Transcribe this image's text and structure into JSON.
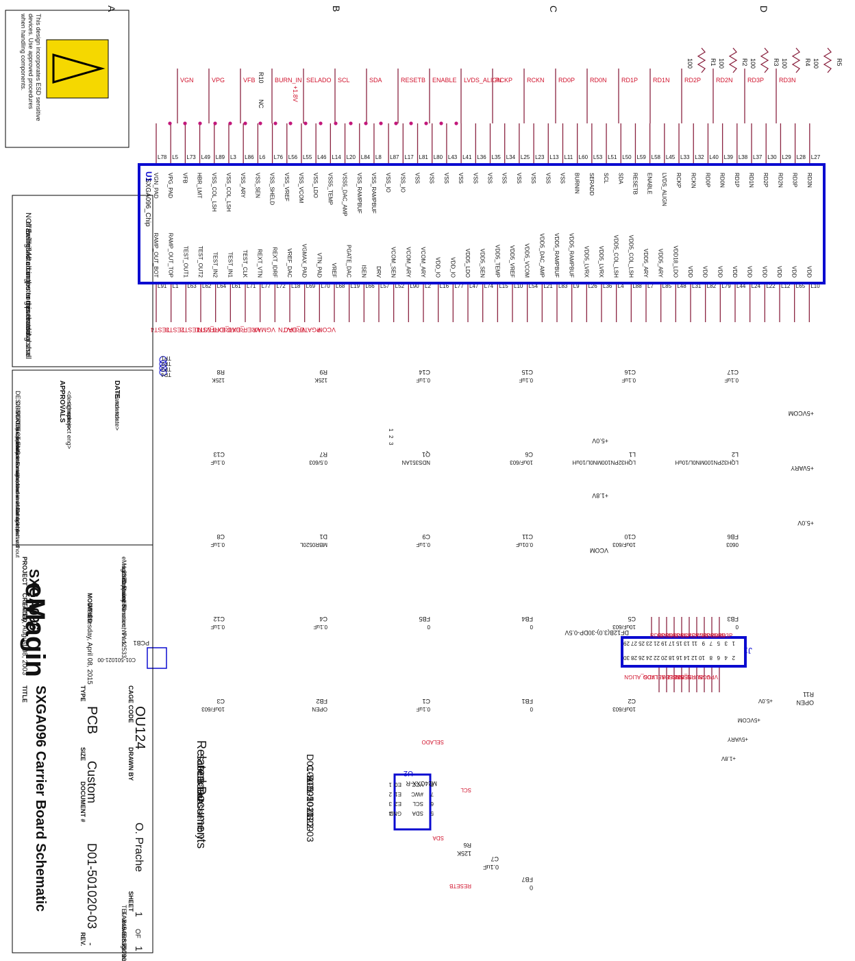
{
  "edge_letters": [
    "A",
    "B",
    "C",
    "D"
  ],
  "esd_note": [
    "This design incorporates ESD sensitive",
    "devices. Use approved procedures",
    "when handling components."
  ],
  "note": [
    "NOTE: This is a computer generated",
    "drawing. All changes to this drawing shall",
    "be reflected in the computer database."
  ],
  "u1": {
    "ref": "U1",
    "name": "SXGA096_Chip"
  },
  "u1_top_pins": [
    {
      "pin": "L78",
      "name": "VGN_PAD"
    },
    {
      "pin": "L5",
      "name": "VPG_PAD"
    },
    {
      "pin": "L73",
      "name": "VFB"
    },
    {
      "pin": "L49",
      "name": "HBR_LMT"
    },
    {
      "pin": "L89",
      "name": "VSS_COL_LSH"
    },
    {
      "pin": "L3",
      "name": "VSS_COL_LSH"
    },
    {
      "pin": "L86",
      "name": "VSS_ARY"
    },
    {
      "pin": "L6",
      "name": "VSS_SEN"
    },
    {
      "pin": "L76",
      "name": "VSS_SHELD"
    },
    {
      "pin": "L56",
      "name": "VSS_VREF"
    },
    {
      "pin": "L55",
      "name": "VSS_VCOM"
    },
    {
      "pin": "L46",
      "name": "VSS_LDO"
    },
    {
      "pin": "L14",
      "name": "VSS5_TEMP"
    },
    {
      "pin": "L20",
      "name": "VSS5_DAC_AMP"
    },
    {
      "pin": "L84",
      "name": "VSS_RAMPBUF"
    },
    {
      "pin": "L8",
      "name": "VSS_RAMPBUF"
    },
    {
      "pin": "L87",
      "name": "VSS_IO"
    },
    {
      "pin": "L17",
      "name": "VSS_IO"
    },
    {
      "pin": "L81",
      "name": "VSS"
    },
    {
      "pin": "L80",
      "name": "VSS"
    },
    {
      "pin": "L43",
      "name": "VSS"
    },
    {
      "pin": "L41",
      "name": "VSS"
    },
    {
      "pin": "L36",
      "name": "VSS"
    },
    {
      "pin": "L35",
      "name": "VSS"
    },
    {
      "pin": "L34",
      "name": "VSS"
    },
    {
      "pin": "L25",
      "name": "VSS"
    },
    {
      "pin": "L23",
      "name": "VSS"
    },
    {
      "pin": "L13",
      "name": "VSS"
    },
    {
      "pin": "L11",
      "name": "VSS"
    },
    {
      "pin": "L60",
      "name": "BURNIN"
    },
    {
      "pin": "L53",
      "name": "SERADD"
    },
    {
      "pin": "L51",
      "name": "SCL"
    },
    {
      "pin": "L50",
      "name": "SDA"
    },
    {
      "pin": "L59",
      "name": "RESETB"
    },
    {
      "pin": "L58",
      "name": "ENABLE"
    },
    {
      "pin": "L45",
      "name": "LVDS_ALIGN"
    },
    {
      "pin": "L33",
      "name": "RCKP"
    },
    {
      "pin": "L32",
      "name": "RCKN"
    },
    {
      "pin": "L40",
      "name": "RD0P"
    },
    {
      "pin": "L39",
      "name": "RD0N"
    },
    {
      "pin": "L38",
      "name": "RD1P"
    },
    {
      "pin": "L37",
      "name": "RD1N"
    },
    {
      "pin": "L30",
      "name": "RD2P"
    },
    {
      "pin": "L29",
      "name": "RD2N"
    },
    {
      "pin": "L28",
      "name": "RD3P"
    },
    {
      "pin": "L27",
      "name": "RD3N"
    }
  ],
  "u1_bottom_pins": [
    {
      "pin": "L91",
      "name": "RAMP_OUT_BOT"
    },
    {
      "pin": "L1",
      "name": "RAMP_OUT_TOP"
    },
    {
      "pin": "L63",
      "name": "TEST_OUT1"
    },
    {
      "pin": "L62",
      "name": "TEST_OUT2"
    },
    {
      "pin": "L64",
      "name": "TEST_IN2"
    },
    {
      "pin": "L61",
      "name": "TEST_IN1"
    },
    {
      "pin": "L71",
      "name": "TEST_CLK"
    },
    {
      "pin": "L77",
      "name": "REXT_VTN"
    },
    {
      "pin": "L72",
      "name": "REXT_IDRF"
    },
    {
      "pin": "L18",
      "name": "VREF_DAC"
    },
    {
      "pin": "L69",
      "name": "VGMAX_PAD"
    },
    {
      "pin": "L70",
      "name": "VTN_PAD"
    },
    {
      "pin": "L68",
      "name": "VREF"
    },
    {
      "pin": "L19",
      "name": "PGATE_DAC"
    },
    {
      "pin": "L66",
      "name": "ISEN"
    },
    {
      "pin": "L57",
      "name": "DRV"
    },
    {
      "pin": "L52",
      "name": "VCOM_SEN"
    },
    {
      "pin": "L90",
      "name": "VCOM_ARY"
    },
    {
      "pin": "L2",
      "name": "VCOM_ARY"
    },
    {
      "pin": "L16",
      "name": "VDD_IO"
    },
    {
      "pin": "L77",
      "name": "VDD_IO"
    },
    {
      "pin": "L47",
      "name": "VDD5_LDO"
    },
    {
      "pin": "L74",
      "name": "VDD5_SEN"
    },
    {
      "pin": "L15",
      "name": "VDD5_TEMP"
    },
    {
      "pin": "L10",
      "name": "VDD5_VREF"
    },
    {
      "pin": "L54",
      "name": "VDD5_VCOM"
    },
    {
      "pin": "L21",
      "name": "VDD5_DAC_AMP"
    },
    {
      "pin": "L83",
      "name": "VDD5_RAMPBUF"
    },
    {
      "pin": "L9",
      "name": "VDD5_RAMPBUF"
    },
    {
      "pin": "L26",
      "name": "VDD5_LVRX"
    },
    {
      "pin": "L36",
      "name": "VDD5_LVRX"
    },
    {
      "pin": "L4",
      "name": "VDD5_COL_LSH"
    },
    {
      "pin": "L88",
      "name": "VDD5_COL_LSH"
    },
    {
      "pin": "L7",
      "name": "VDD5_ARY"
    },
    {
      "pin": "L85",
      "name": "VDD5_ARY"
    },
    {
      "pin": "L48",
      "name": "VDD18_LDO"
    },
    {
      "pin": "L31",
      "name": "VDD"
    },
    {
      "pin": "L82",
      "name": "VDD"
    },
    {
      "pin": "L79",
      "name": "VDD"
    },
    {
      "pin": "L44",
      "name": "VDD"
    },
    {
      "pin": "L24",
      "name": "VDD"
    },
    {
      "pin": "L22",
      "name": "VDD"
    },
    {
      "pin": "L12",
      "name": "VDD"
    },
    {
      "pin": "L65",
      "name": "VDD"
    },
    {
      "pin": "L10",
      "name": "VDD"
    }
  ],
  "top_nets": [
    "VGN",
    "VPG",
    "VFB",
    "BURN_IN",
    "SELADO",
    "SCL",
    "SDA",
    "RESETB",
    "ENABLE",
    "LVDS_ALIGN",
    "RCKP",
    "RCKN",
    "RD0P",
    "RD0N",
    "RD1P",
    "RD1N",
    "RD2P",
    "RD2N",
    "RD3P",
    "RD3N"
  ],
  "r10": {
    "ref": "R10",
    "value": "NC",
    "rail": "+1.8V"
  },
  "term_resistors": [
    {
      "ref": "R5",
      "value": "100"
    },
    {
      "ref": "R4",
      "value": "100"
    },
    {
      "ref": "R3",
      "value": "100"
    },
    {
      "ref": "R2",
      "value": "100"
    },
    {
      "ref": "R1",
      "value": "100"
    }
  ],
  "bottom_nets": [
    "TEST4",
    "TEST3",
    "TEST2",
    "TEST1",
    "REXT_VTN",
    "REXT_IDRF",
    "VREF_DAC",
    "VGMAX",
    "VTN",
    "VREF",
    "PGATE_DAC",
    "VCOM"
  ],
  "test_points": [
    "TP1",
    "TP2",
    "TP3",
    "TP4"
  ],
  "passives": [
    {
      "ref": "R8",
      "value": "125K"
    },
    {
      "ref": "R9",
      "value": "125K"
    },
    {
      "ref": "C14",
      "value": "0.1uF"
    },
    {
      "ref": "C15",
      "value": "0.1uF"
    },
    {
      "ref": "C16",
      "value": "0.1uF"
    },
    {
      "ref": "C17",
      "value": "0.1uF"
    },
    {
      "ref": "C13",
      "value": "0.1uF"
    },
    {
      "ref": "R7",
      "value": "0.5/603"
    },
    {
      "ref": "Q1",
      "value": "NDS351AN"
    },
    {
      "ref": "C6",
      "value": "10uF/603"
    },
    {
      "ref": "L1",
      "value": "LQH32PN100MN0L/10uH"
    },
    {
      "ref": "L2",
      "value": "LQH32PN100MN0L/10uH"
    },
    {
      "ref": "C8",
      "value": "0.1uF"
    },
    {
      "ref": "D1",
      "value": "MBR0520L"
    },
    {
      "ref": "C9",
      "value": "0.1uF"
    },
    {
      "ref": "C11",
      "value": "0.01uF"
    },
    {
      "ref": "C10",
      "value": "10uF/603"
    },
    {
      "ref": "FB6",
      "value": "0603"
    },
    {
      "ref": "C12",
      "value": "0.1uF"
    },
    {
      "ref": "C4",
      "value": "0.1uF"
    },
    {
      "ref": "FB5",
      "value": "0"
    },
    {
      "ref": "FB4",
      "value": "0"
    },
    {
      "ref": "C5",
      "value": "10uF/603"
    },
    {
      "ref": "FB3",
      "value": "0"
    },
    {
      "ref": "C3",
      "value": "10uF/603"
    },
    {
      "ref": "FB2",
      "value": "OPEN"
    },
    {
      "ref": "C1",
      "value": "0.1uF"
    },
    {
      "ref": "FB1",
      "value": "0"
    },
    {
      "ref": "C2",
      "value": "10uF/603"
    }
  ],
  "rails": [
    "+5VCOM",
    "+5.0V",
    "+5VARY",
    "+1.8V",
    "+5.0V",
    "VCOM"
  ],
  "q1_pins": [
    "1",
    "2",
    "3"
  ],
  "j1": {
    "ref": "J1",
    "name": "DF12B(3.0)-30DP-0.5V",
    "odd_pins": [
      "1",
      "3",
      "5",
      "7",
      "9",
      "11",
      "13",
      "15",
      "17",
      "19",
      "21",
      "23",
      "25",
      "27",
      "29"
    ],
    "even_pins": [
      "2",
      "4",
      "6",
      "8",
      "10",
      "12",
      "14",
      "16",
      "18",
      "20",
      "22",
      "24",
      "26",
      "28",
      "30"
    ],
    "left_nets": [
      "RD3P",
      "RD3N",
      "RD2N",
      "RD2P",
      "RCKN",
      "RCKP",
      "RD1N",
      "RD1P",
      "RD0N",
      "RD0P"
    ],
    "right_nets": [
      "VPG",
      "VGN",
      "BURN_IN",
      "RESETB",
      "ENABLE",
      "SCL",
      "SDA",
      "SELADO",
      "LVDS_ALIGN"
    ],
    "rails": [
      "+5.0V",
      "+5VCOM",
      "+5VARY",
      "+1.8V"
    ]
  },
  "r11": {
    "ref": "R11",
    "value": "OPEN"
  },
  "u2": {
    "ref": "U2",
    "name": "M24CXX-R",
    "pins_left": [
      "E0",
      "E1",
      "E2",
      "GND"
    ],
    "pins_right": [
      "VCC",
      "#WC",
      "SCL",
      "SDA"
    ],
    "pin_nums_left": [
      "1",
      "2",
      "3",
      "4"
    ],
    "pin_nums_right": [
      "8",
      "7",
      "6",
      "5"
    ],
    "nets": [
      "SELADO",
      "SCL",
      "SDA",
      "RESETB"
    ]
  },
  "r6": {
    "ref": "R6",
    "value": "125K"
  },
  "c7": {
    "ref": "C7",
    "value": "0.1uF"
  },
  "fb7": {
    "ref": "FB7",
    "value": "0"
  },
  "pcb1": {
    "ref": "PCB1",
    "part": "C01-501021-00"
  },
  "related": {
    "title": "Related Documents",
    "rows": [
      {
        "label": "Schematic:",
        "value": "D01-501020-03"
      },
      {
        "label": "PCB Fab:",
        "value": "C01-501021-00"
      },
      {
        "label": "PCB Assembly:",
        "value": "A01-501022-03"
      }
    ]
  },
  "approvals": {
    "header": [
      "APPROVALS",
      "DATE"
    ],
    "rows": [
      {
        "role": "DESIGNER",
        "who": "<designer>",
        "date": "<date>"
      },
      {
        "role": "CHECKER",
        "who": "<checker>",
        "date": "<date>"
      },
      {
        "role": "PROJECT ENG.",
        "who": "<project eng>",
        "date": "<date>"
      }
    ],
    "confidential": [
      "The information contained herein is confidential and",
      "proprietary to Emagin, Inc. and shall not be",
      "reproduced or disclosed in whole or in part without",
      "the written authorization of Emagin, Inc."
    ]
  },
  "title_block": {
    "logo": "eMagin",
    "company": [
      "eMagin Corporation",
      "Hudson Valley Research Park",
      "2070 Route 52",
      "Hopewell Junction, NY 12533"
    ],
    "contact": [
      "TEL: 845.838.7900",
      "FAX: 845.838.7901",
      "www.emagin.com"
    ],
    "project_label": "PROJECT",
    "project": "SXGA096",
    "title_label": "TITLE",
    "title": "SXGA096 Carrier Board Schematic",
    "created_label": "CREATED",
    "created": "Friday, August 08, 2003",
    "modified_label": "MODIFIED",
    "modified": "Wednesday, April 08, 2015",
    "type_label": "TYPE",
    "type": "PCB",
    "size_label": "SIZE",
    "size": "Custom",
    "doc_label": "DOCUMENT #",
    "doc": "D01-501020-03",
    "rev_label": "REV.",
    "rev": "-",
    "cage_label": "CAGE CODE",
    "cage": "OU124",
    "drawn_label": "DRAWN BY",
    "drawn": "O. Prache",
    "sheet_label": "SHEET",
    "sheet": "1",
    "of": "OF",
    "sheets": "1"
  },
  "colors": {
    "wire": "#8a2340",
    "net_label": "#d0112b",
    "part": "#0b0bd0",
    "text": "#111111"
  }
}
